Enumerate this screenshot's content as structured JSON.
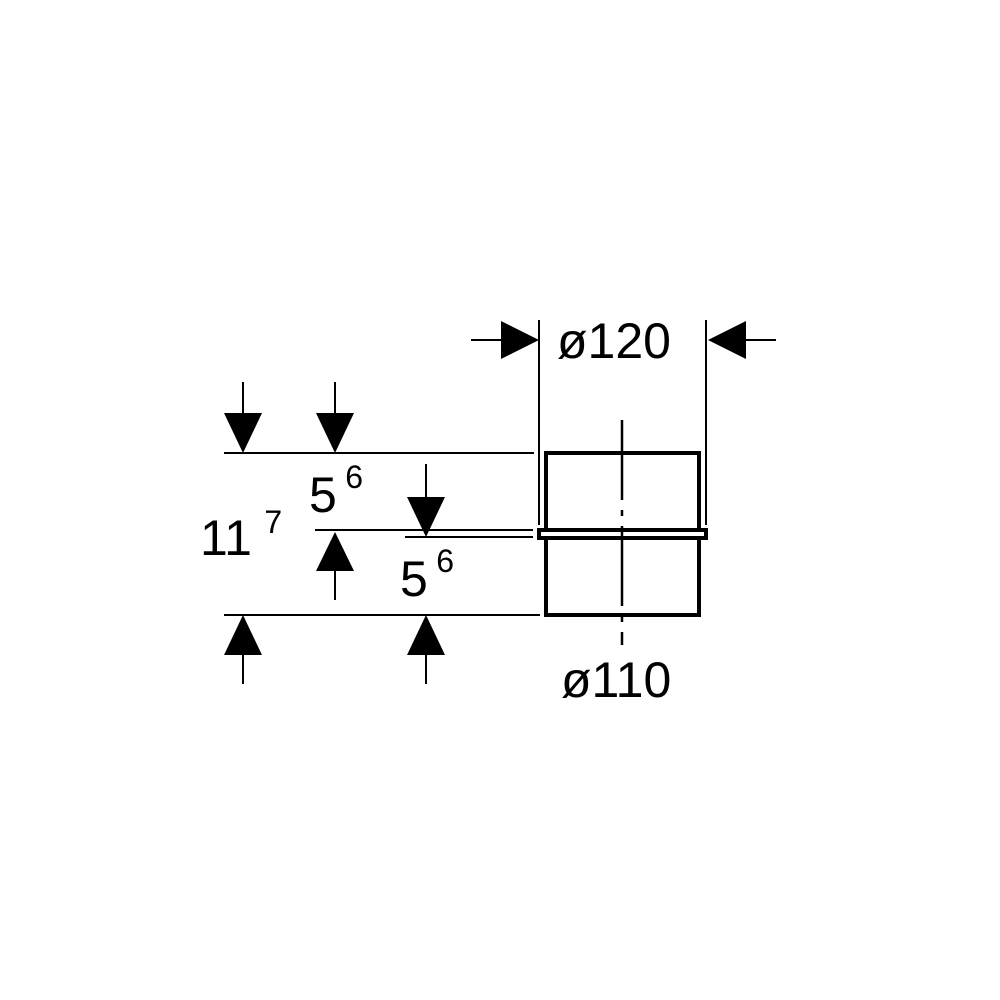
{
  "colors": {
    "line": "#000000",
    "background": "#ffffff"
  },
  "dimensions": {
    "top_diameter": "ø120",
    "bottom_diameter": "ø110",
    "total_height": {
      "value": "11",
      "superscript": "7"
    },
    "upper_height": {
      "value": "5",
      "superscript": "6"
    },
    "lower_height": {
      "value": "5",
      "superscript": "6"
    }
  }
}
